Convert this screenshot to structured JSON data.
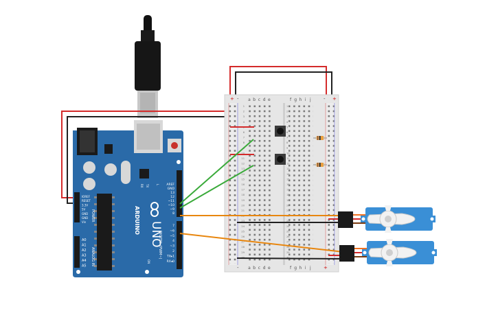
{
  "arduino": {
    "brand": "ARDUINO",
    "model": "UNO",
    "power_header": "POWER",
    "analog_header": "ANALOG IN",
    "digital_header": "DIGITAL (PWM~)",
    "power_pins": [
      "IOREF",
      "RESET",
      "3.3V",
      "5V",
      "GND",
      "GND",
      "Vin"
    ],
    "analog_pins": [
      "A0",
      "A1",
      "A2",
      "A3",
      "A4",
      "A5"
    ],
    "digital_top_pins": [
      "AREF",
      "GND",
      "13",
      "12",
      "~11",
      "~10",
      "~9",
      "8"
    ],
    "digital_bottom_pins": [
      "7",
      "~6",
      "~5",
      "4",
      "~3",
      "2",
      "TX▸1",
      "RX◂0"
    ],
    "led_labels": [
      "TX",
      "RX",
      "L",
      "ON"
    ]
  },
  "breadboard": {
    "column_letters_left": [
      "a",
      "b",
      "c",
      "d",
      "e"
    ],
    "column_letters_right": [
      "f",
      "g",
      "h",
      "i",
      "j"
    ],
    "row_count": 30,
    "rail_plus": "+",
    "rail_minus": "-"
  },
  "colors": {
    "board": "#2a6aa8",
    "wire_red": "#d42a2a",
    "wire_black": "#202020",
    "wire_green": "#3aaa3a",
    "wire_orange": "#e8860e",
    "servo": "#3a8fd6"
  }
}
